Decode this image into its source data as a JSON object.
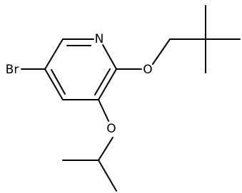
{
  "molecule": {
    "atoms": {
      "bromine": "Br",
      "ring_nitrogen": "N",
      "neopentyl_oxygen": "O",
      "isopropyl_oxygen": "O"
    }
  }
}
